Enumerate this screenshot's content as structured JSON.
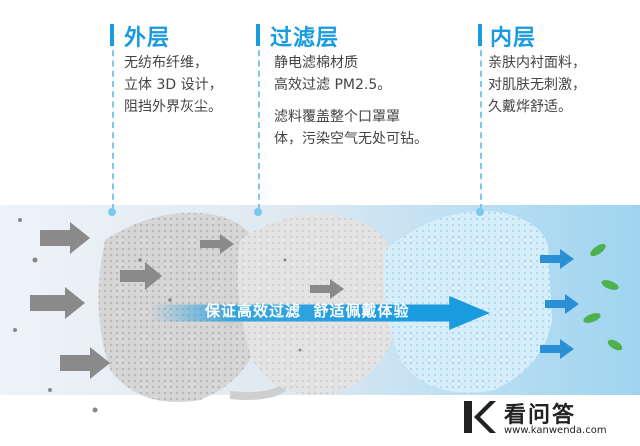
{
  "layers": [
    {
      "title": "外层",
      "lines": [
        "无纺布纤维，",
        "立体 3D 设计，",
        "阻挡外界灰尘。"
      ]
    },
    {
      "title": "过滤层",
      "lines": [
        "静电滤棉材质",
        "高效过滤 PM2.5。",
        "滤料覆盖整个口罩罩",
        "体，污染空气无处可钻。"
      ]
    },
    {
      "title": "内层",
      "lines": [
        "亲肤内衬面料，",
        "对肌肤无刺激，",
        "久戴烨舒适。"
      ]
    }
  ],
  "banner": {
    "text": "保证高效过滤  舒适佩戴体验"
  },
  "watermark": {
    "brand": "看问答",
    "url": "www.kanwenda.com"
  },
  "colors": {
    "accent": "#1a9be0",
    "guide": "#7ac8ef",
    "text": "#444444"
  }
}
